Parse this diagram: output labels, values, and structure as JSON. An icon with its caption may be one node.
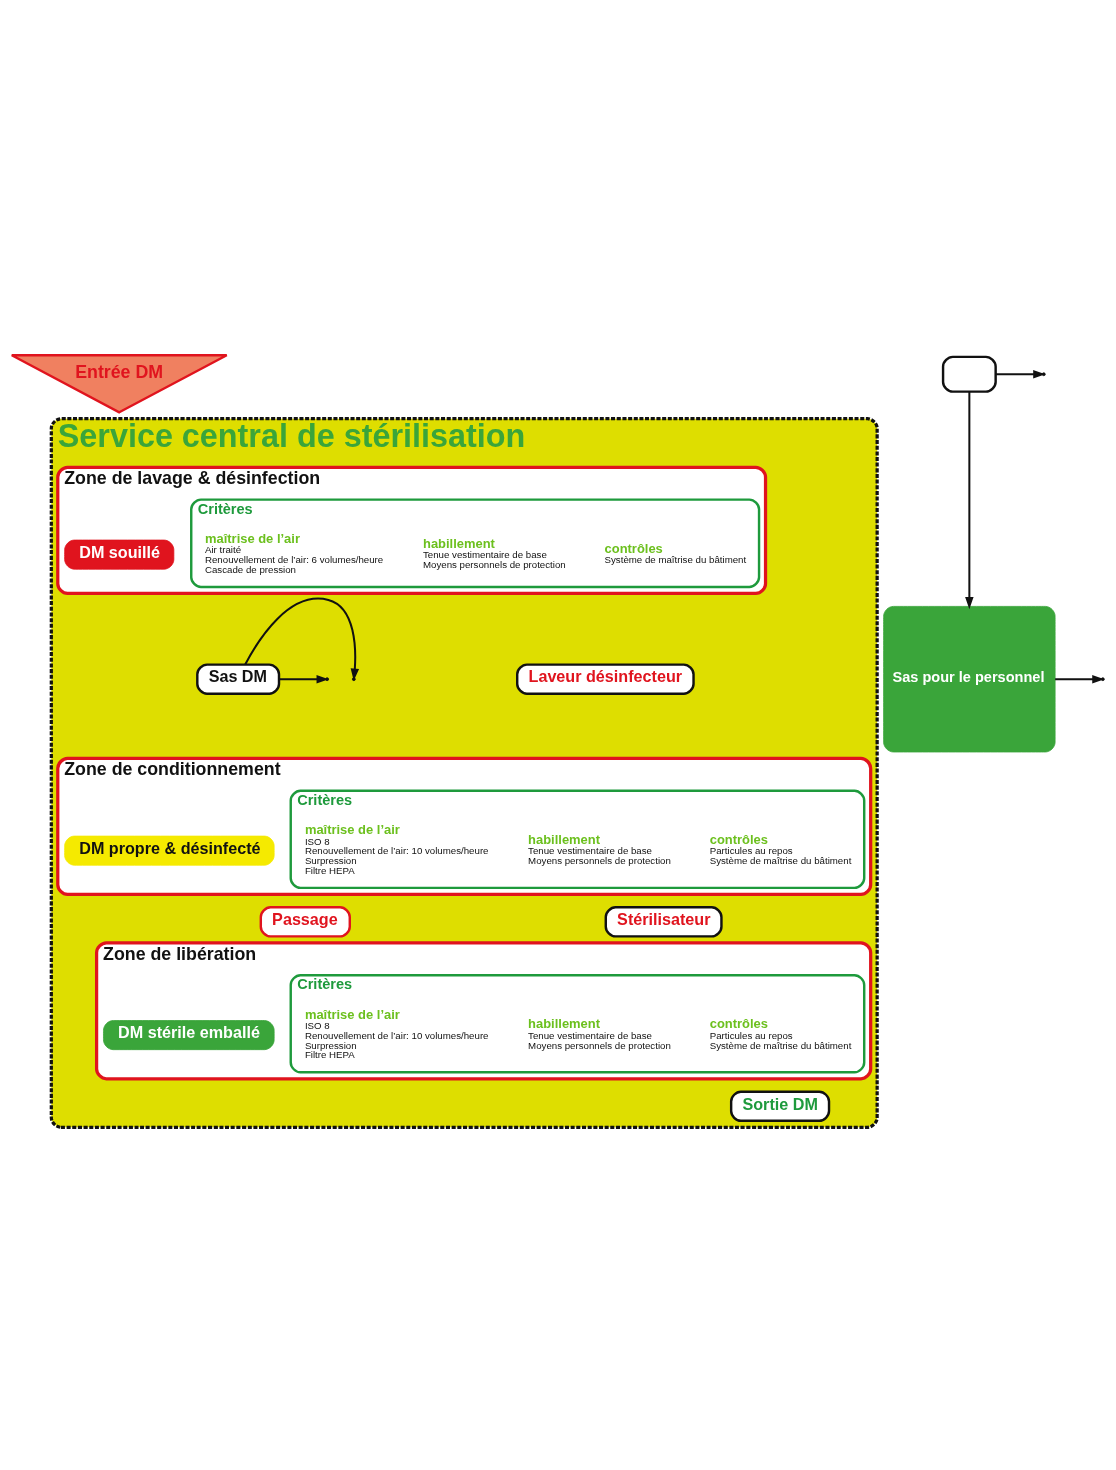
{
  "diagram": {
    "nodes": [
      {
        "text": [
          "Service central de stérilisation"
        ]
      },
      {
        "text": [
          "Entrée DM"
        ]
      },
      {
        "text": [
          "Zone de lavage & désinfection"
        ],
        "in": 0
      },
      {
        "text": [
          "DM souillé"
        ],
        "in": 2
      },
      {
        "text": [
          "Critères"
        ],
        "in": 2
      },
      {
        "text": [
          "maîtrise de l’air",
          "Air traité",
          "Renouvellement de l’air: 6 volumes/heure",
          "Cascade de pression"
        ],
        "in": 4
      },
      {
        "text": [
          "habillement",
          "Tenue vestimentaire de base",
          "Moyens personnels de protection"
        ],
        "in": 4
      },
      {
        "text": [
          "contrôles",
          "Système de maîtrise du bâtiment"
        ],
        "in": 4
      },
      {
        "text": [
          "Zone de conditionnement"
        ],
        "in": 0
      },
      {
        "text": [
          "DM propre & désinfecté"
        ],
        "in": 8
      },
      {
        "text": [
          "Critères"
        ],
        "in": 8
      },
      {
        "text": [
          "maîtrise de l’air",
          "ISO 8",
          "Renouvellement de l’air: 10 volumes/heure",
          "Surpression",
          "Filtre HEPA"
        ],
        "in": 10
      },
      {
        "text": [
          "habillement",
          "Tenue vestimentaire de base",
          "Moyens personnels de protection"
        ],
        "in": 10
      },
      {
        "text": [
          "contrôles",
          "Particules au repos",
          "Système de maîtrise du bâtiment"
        ],
        "in": 10
      },
      {
        "text": [
          "Zone de libération"
        ],
        "in": 0
      },
      {
        "text": [
          "DM stérile emballé"
        ],
        "in": 14
      },
      {
        "text": [
          "Critères"
        ],
        "in": 14
      },
      {
        "text": [
          "maîtrise de l’air",
          "ISO 8",
          "Renouvellement de l’air: 10 volumes/heure",
          "Surpression",
          "Filtre HEPA"
        ],
        "in": 16
      },
      {
        "text": [
          "habillement",
          "Tenue vestimentaire de base",
          "Moyens personnels de protection"
        ],
        "in": 16
      },
      {
        "text": [
          "contrôles",
          "Particules au repos",
          "Système de maîtrise du bâtiment"
        ],
        "in": 16
      },
      {
        "text": [
          "Sas DM"
        ],
        "in": 0
      },
      {
        "text": [
          "Laveur désinfecteur"
        ],
        "in": 0
      },
      {
        "text": [
          "Passage"
        ],
        "in": 0
      },
      {
        "text": [
          "Stérilisateur"
        ],
        "in": 0
      },
      {
        "text": [
          "Sortie DM"
        ],
        "in": 0
      },
      {
        "text": [
          "Sas pour le personnel"
        ]
      },
      {
        "text": [],
        "shape": "box"
      }
    ],
    "edges": [
      {
        "from": 20,
        "to": null,
        "arrow": "to"
      },
      {
        "from": 20,
        "to": null,
        "arrow": "to"
      },
      {
        "from": 25,
        "to": null,
        "arrow": "to"
      },
      {
        "from": 26,
        "to": null,
        "arrow": "to"
      },
      {
        "from": 26,
        "to": 25,
        "arrow": "to"
      }
    ]
  }
}
